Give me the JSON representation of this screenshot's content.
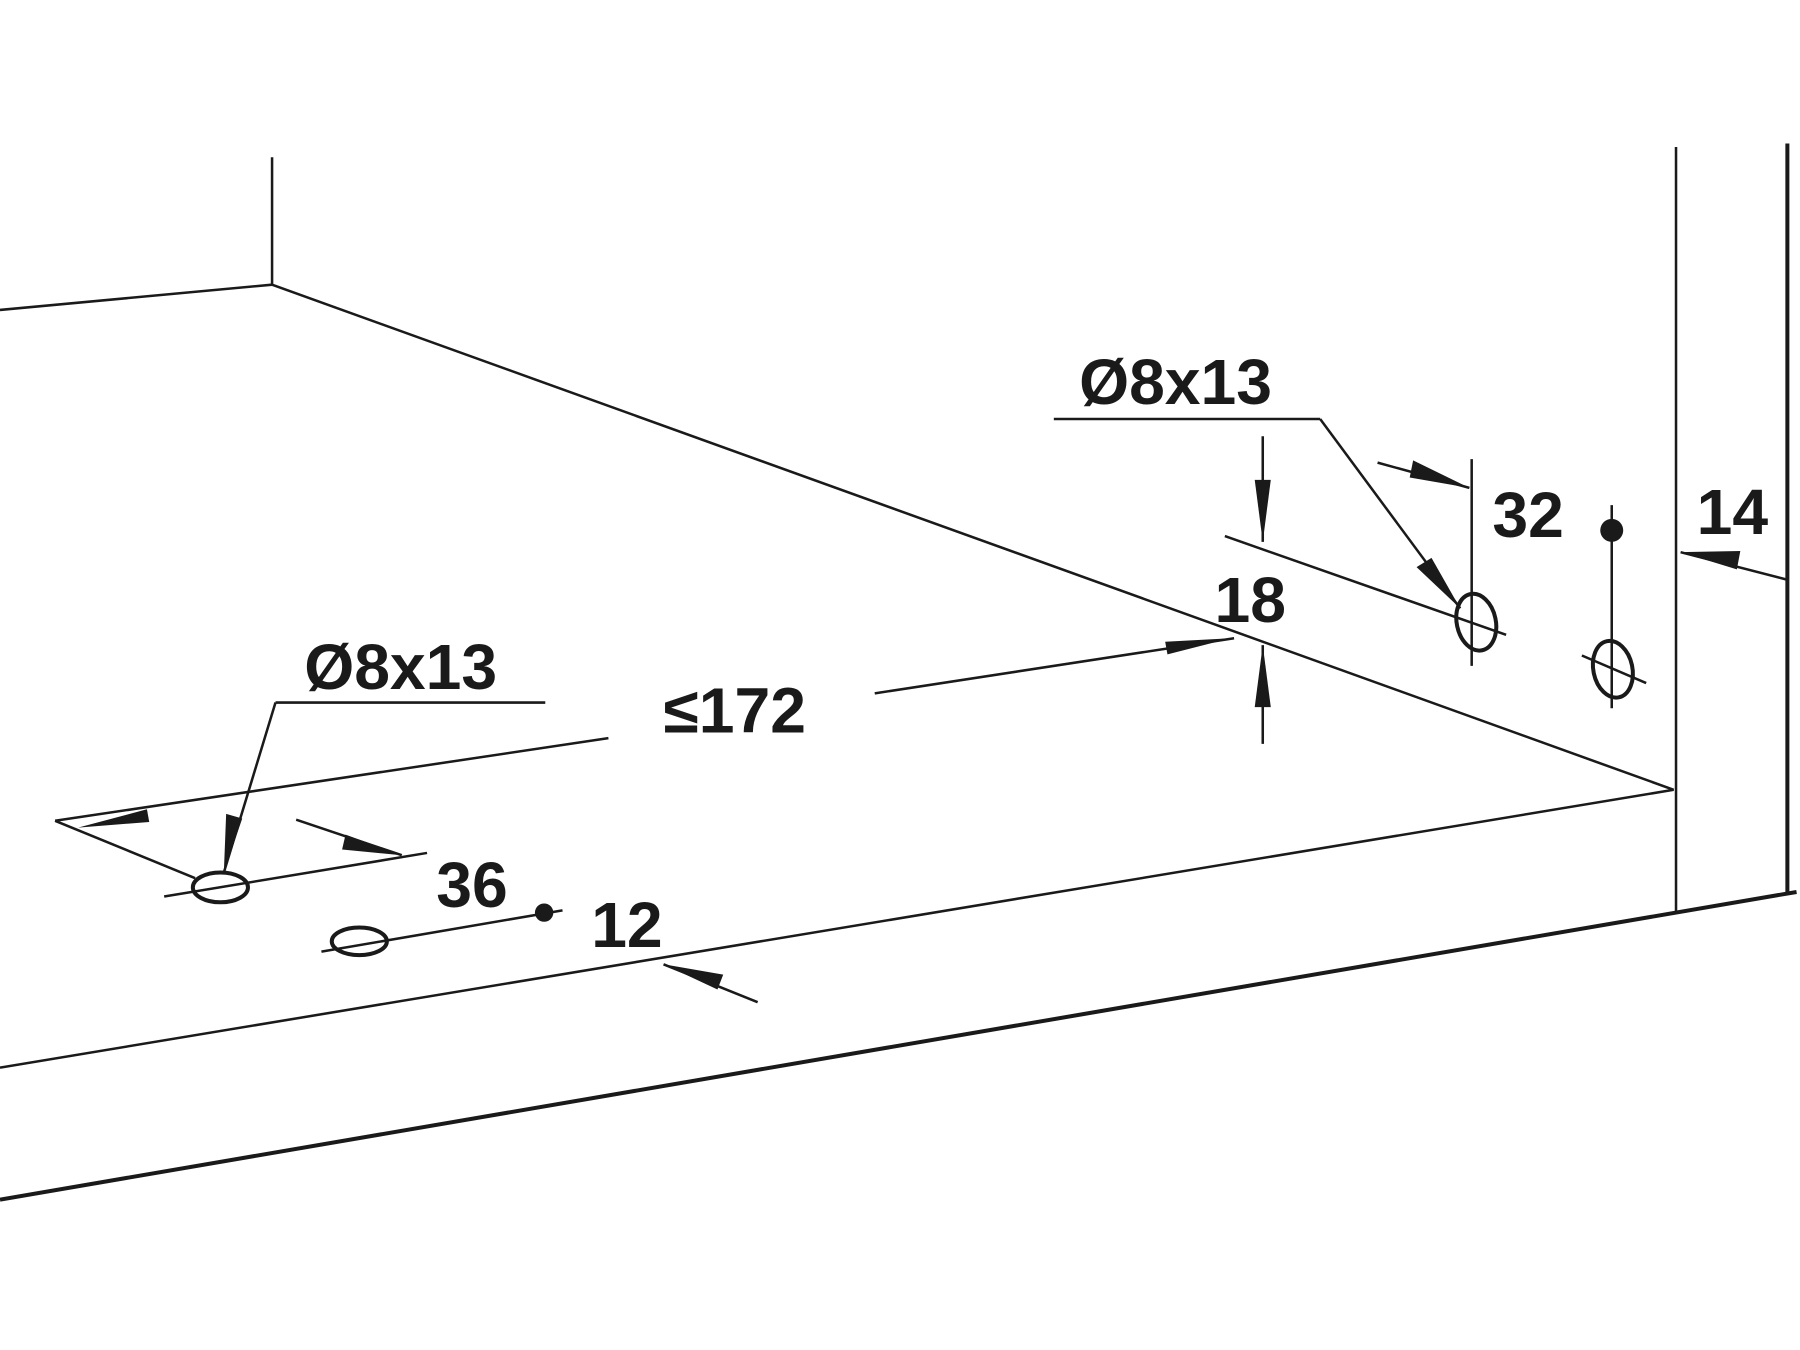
{
  "diagram": {
    "labels": {
      "bore_right": "Ø8x13",
      "bore_left": "Ø8x13",
      "max_depth": "≤172",
      "thickness": "18",
      "offset_32": "32",
      "panel_14": "14",
      "offset_36": "36",
      "offset_12": "12"
    },
    "line_color": "#1a1a1a"
  }
}
